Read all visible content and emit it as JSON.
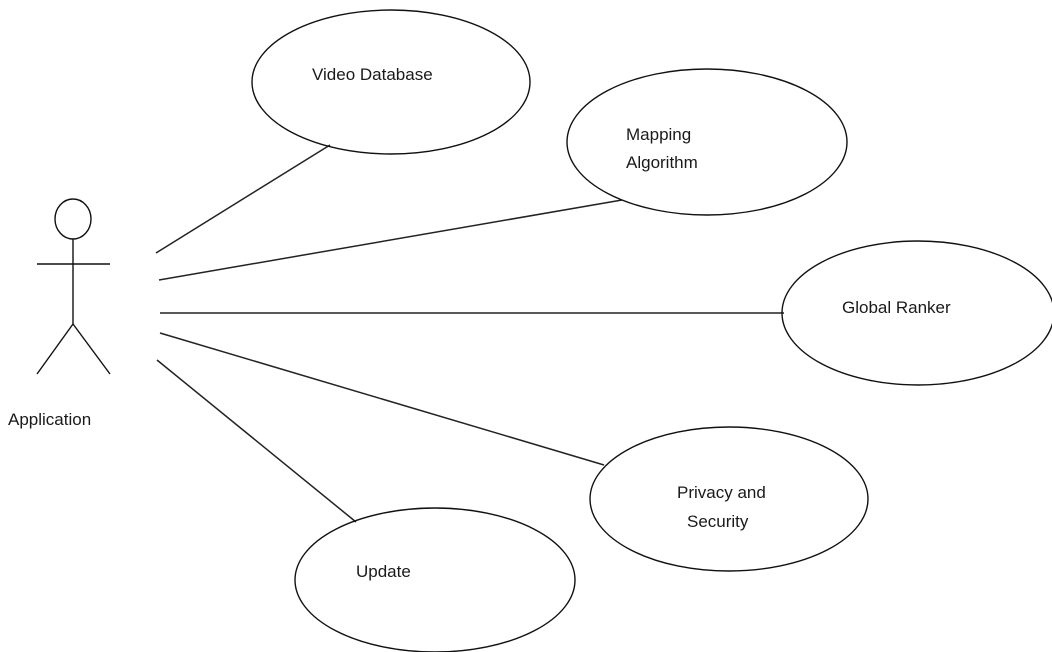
{
  "diagram": {
    "actor": {
      "label": "Application"
    },
    "use_cases": {
      "video_database": {
        "label_lines": [
          "Video Database"
        ]
      },
      "mapping_algorithm": {
        "label_lines": [
          "Mapping",
          "Algorithm"
        ]
      },
      "global_ranker": {
        "label_lines": [
          "Global Ranker"
        ]
      },
      "privacy_security": {
        "label_lines": [
          "Privacy and",
          "Security"
        ]
      },
      "update": {
        "label_lines": [
          "Update"
        ]
      }
    }
  }
}
